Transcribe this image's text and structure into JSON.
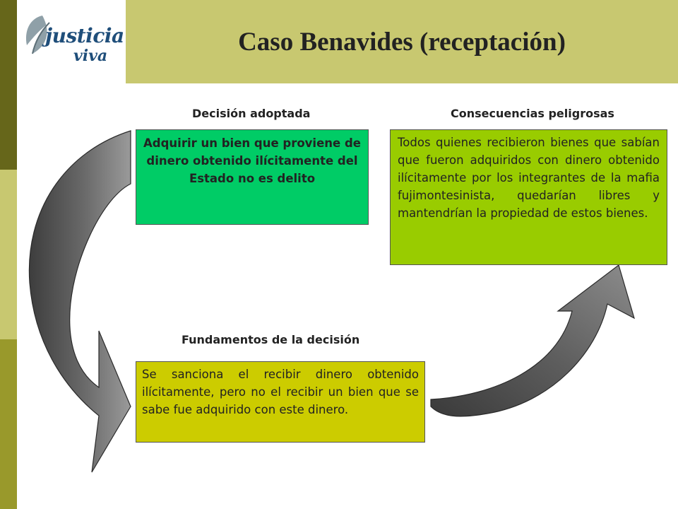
{
  "logo": {
    "word1": "justicia",
    "word2": "viva"
  },
  "header": {
    "title": "Caso Benavides (receptación)"
  },
  "colors": {
    "stripe_dark": "#66661a",
    "stripe_light": "#c8c870",
    "stripe_mid": "#99992b",
    "header_band": "#c8c870",
    "decision_box": "#00cc66",
    "consequences_box": "#99cc00",
    "foundations_box": "#cccc00",
    "arrow": "#666666"
  },
  "sections": {
    "decision": {
      "label": "Decisión adoptada",
      "text": "Adquirir un bien que proviene de dinero obtenido ilícitamente del Estado no es delito"
    },
    "consequences": {
      "label": "Consecuencias peligrosas",
      "text": "Todos quienes recibieron bienes que sabían que fueron adquiridos con dinero obtenido ilícitamente por los integrantes de la mafia fujimontesinista, quedarían libres y mantendrían la propiedad de estos bienes."
    },
    "foundations": {
      "label": "Fundamentos de la decisión",
      "text": "Se sanciona el recibir dinero obtenido ilícitamente, pero no el recibir un bien que se sabe fue adquirido con este dinero."
    }
  },
  "icons": {
    "logo": "leaf-logo-icon",
    "arrow_left": "curved-arrow-down-icon",
    "arrow_right": "curved-arrow-up-icon"
  }
}
